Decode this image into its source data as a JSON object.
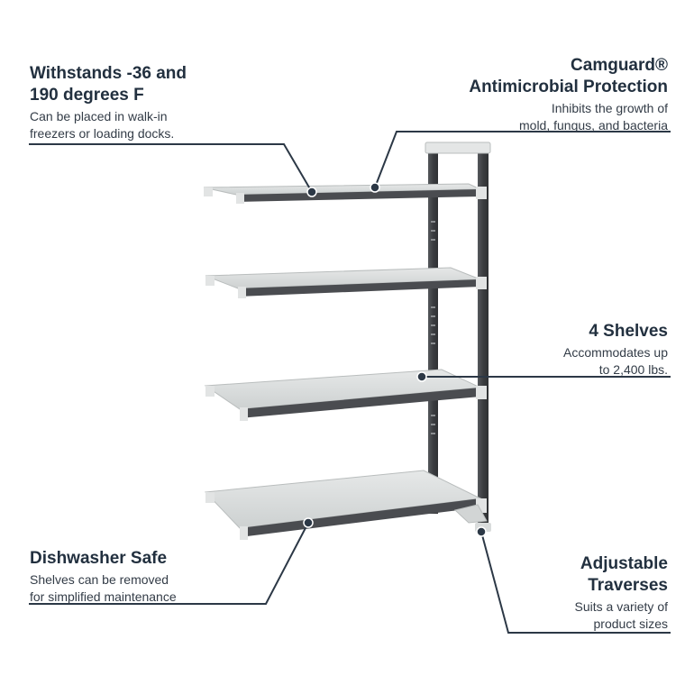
{
  "callouts": {
    "temperature": {
      "title_line1": "Withstands -36 and",
      "title_line2": "190 degrees F",
      "desc_line1": "Can be placed in walk-in",
      "desc_line2": "freezers or loading docks."
    },
    "antimicrobial": {
      "title_line1": "Camguard®",
      "title_line2": "Antimicrobial Protection",
      "desc_line1": "Inhibits the growth of",
      "desc_line2": "mold, fungus, and bacteria"
    },
    "shelves": {
      "title_line1": "4 Shelves",
      "desc_line1": "Accommodates up",
      "desc_line2": "to 2,400 lbs."
    },
    "dishwasher": {
      "title_line1": "Dishwasher Safe",
      "desc_line1": "Shelves can be removed",
      "desc_line2": "for simplified maintenance"
    },
    "traverses": {
      "title_line1": "Adjustable",
      "title_line2": "Traverses",
      "desc_line1": "Suits a variety of",
      "desc_line2": "product sizes"
    }
  },
  "colors": {
    "text": "#22303f",
    "leader_line": "#2c3846",
    "shelf_surface": "#d9dcdc",
    "frame": "#3d3f42"
  },
  "product": "add-on shelving unit with four solid shelves"
}
